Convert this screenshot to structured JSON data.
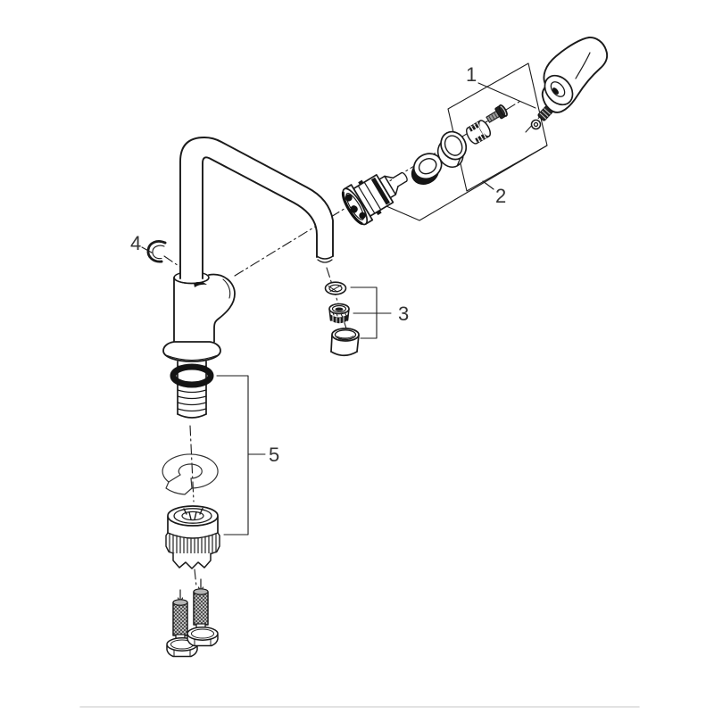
{
  "page": {
    "background": "#ffffff",
    "footer_rule_color": "#d9d9d9"
  },
  "drawing": {
    "stroke_color": "#1a1a1a",
    "dark_fill_color": "#161616",
    "fill_color": "#ffffff",
    "thin_line_color": "#2a2a2a"
  },
  "callouts": [
    {
      "number": "1",
      "part": "handle-screw-and-adapter"
    },
    {
      "number": "2",
      "part": "cartridge-with-cap-rings"
    },
    {
      "number": "3",
      "part": "aerator-assembly"
    },
    {
      "number": "4",
      "part": "retaining-clip"
    },
    {
      "number": "5",
      "part": "mounting-set"
    }
  ]
}
